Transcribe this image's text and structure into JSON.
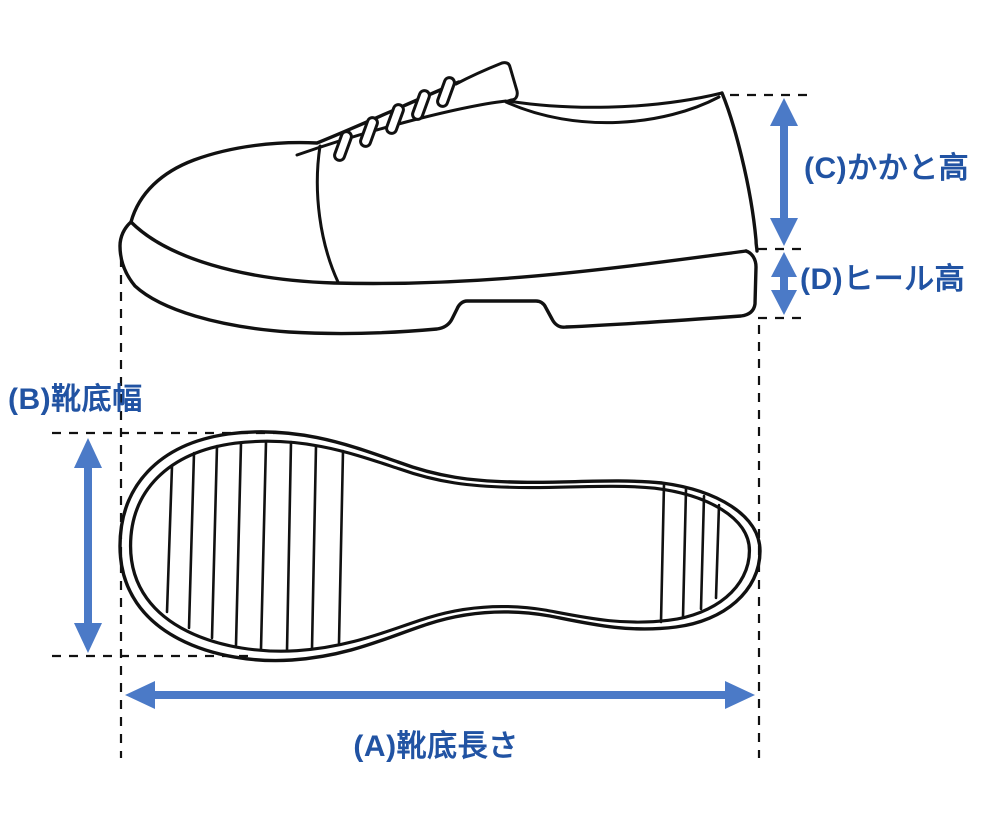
{
  "colors": {
    "background": "#ffffff",
    "line": "#111111",
    "arrow": "#4b7ac7",
    "label": "#2153a3"
  },
  "measurements": {
    "a": {
      "label": "(A)靴底長さ"
    },
    "b": {
      "label": "(B)靴底幅"
    },
    "c": {
      "label": "(C)かかと高"
    },
    "d": {
      "label": "(D)ヒール高"
    }
  }
}
